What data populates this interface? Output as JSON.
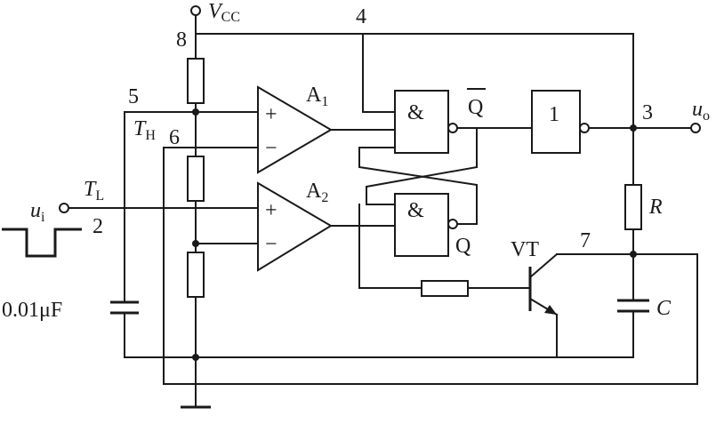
{
  "supply": {
    "base": "V",
    "sub": "CC"
  },
  "input": {
    "base": "u",
    "sub": "i"
  },
  "output": {
    "base": "u",
    "sub": "o"
  },
  "threshold": {
    "base": "T",
    "sub": "H"
  },
  "trigger": {
    "base": "T",
    "sub": "L"
  },
  "comparator_a1": {
    "base": "A",
    "sub": "1"
  },
  "comparator_a2": {
    "base": "A",
    "sub": "2"
  },
  "op_plus": "+",
  "op_minus": "−",
  "and_symbol": "&",
  "not_symbol": "1",
  "q_bar": "Q",
  "q": "Q",
  "transistor": "VT",
  "resistor": "R",
  "capacitor": "C",
  "cap_value": "0.01μF",
  "pins": {
    "p2": "2",
    "p3": "3",
    "p4": "4",
    "p5": "5",
    "p6": "6",
    "p7": "7",
    "p8": "8"
  }
}
